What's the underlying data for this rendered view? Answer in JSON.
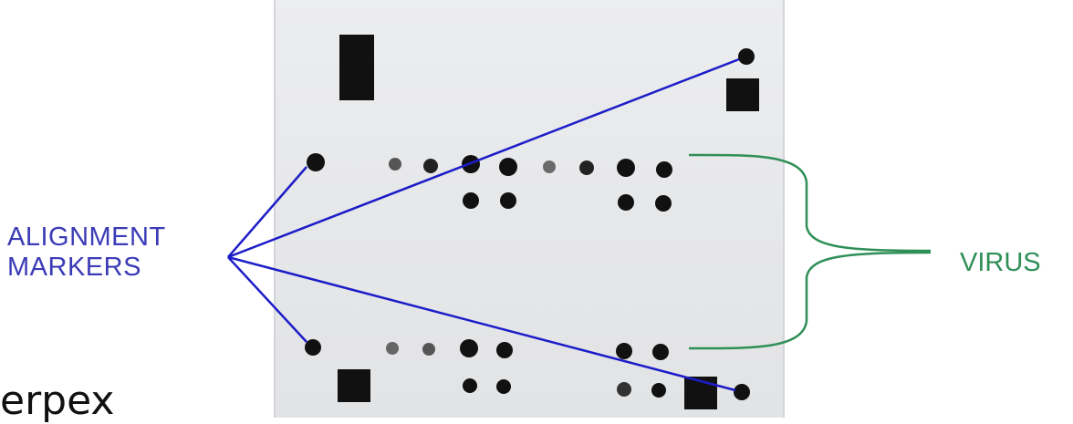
{
  "labels": {
    "alignment_line1": "ALIGNMENT",
    "alignment_line2": "MARKERS",
    "virus": "VIRUS",
    "fragment": "erpex"
  },
  "colors": {
    "plate": "#e7e8ea",
    "spot_dark": "#111111",
    "spot_faint": "#5d5d5d",
    "alignment_lines": "#1c1cc8",
    "virus_bracket": "#2f8f57"
  }
}
